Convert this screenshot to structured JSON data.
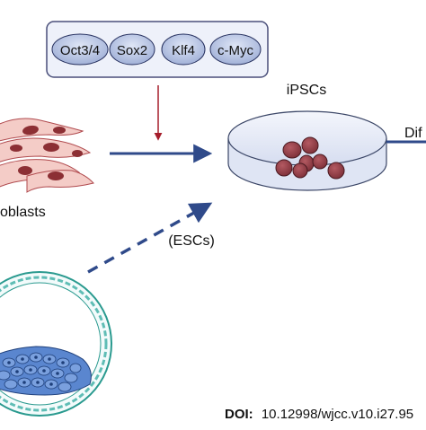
{
  "factors": {
    "items": [
      "Oct3/4",
      "Sox2",
      "Klf4",
      "c-Myc"
    ]
  },
  "labels": {
    "ipscs": "iPSCs",
    "fibroblasts": "oblasts",
    "escs": "(ESCs)",
    "differentiation": "Dif"
  },
  "doi": {
    "label": "DOI:",
    "value": "10.12998/wjcc.v10.i27.95"
  },
  "colors": {
    "factor_box_border": "#4a4f7a",
    "factor_box_fill": "#e9ecf8",
    "pill_fill": "#b7c4e4",
    "pill_border": "#26305e",
    "arrow_blue": "#2f4a8a",
    "arrow_red": "#a51d2b",
    "cell_fill": "#8e3b44",
    "cell_border": "#4a1a21",
    "dish_fill": "#e6ebf7",
    "dish_border": "#3a4566",
    "fibroblast_fill": "#f4ccc7",
    "fibroblast_nucleus": "#8c2f34",
    "blastocyst_outer": "#2a9a8f",
    "icm_cells": "#2f64b5"
  }
}
